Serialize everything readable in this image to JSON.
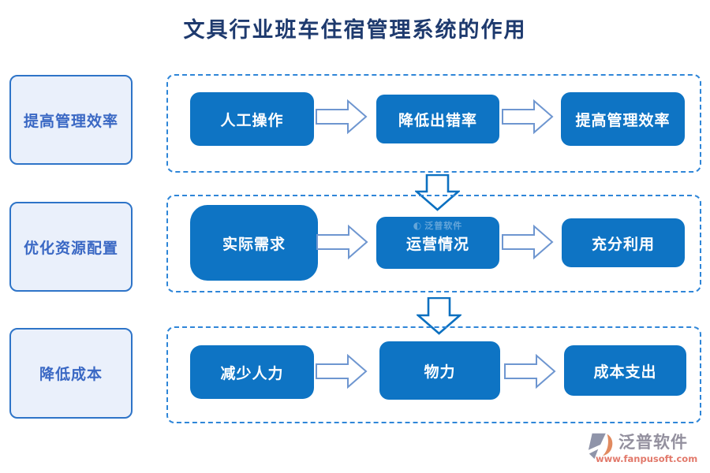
{
  "title": "文具行业班车住宿管理系统的作用",
  "rows": [
    {
      "label": "提高管理效率",
      "steps": [
        "人工操作",
        "降低出错率",
        "提高管理效率"
      ]
    },
    {
      "label": "优化资源配置",
      "steps": [
        "实际需求",
        "运营情况",
        "充分利用"
      ]
    },
    {
      "label": "降低成本",
      "steps": [
        "减少人力",
        "物力",
        "成本支出"
      ]
    }
  ],
  "watermark": {
    "brand": "泛普软件"
  },
  "footer": {
    "brand": "泛普软件",
    "url": "www.fanpusoft.com"
  },
  "colors": {
    "title_text": "#1E3A6E",
    "step_box": "#0E74C4",
    "panel_dashed_border": "#2F86D8",
    "side_label_bg": "#EAF0FB",
    "side_label_border": "#2E74C8",
    "side_label_text": "#3A68C4",
    "h_arrow_stroke": "#6E96D0",
    "down_arrow_stroke": "#0C70C0",
    "footer_brand_text": "#93909E",
    "footer_url_text": "#E2796B"
  }
}
